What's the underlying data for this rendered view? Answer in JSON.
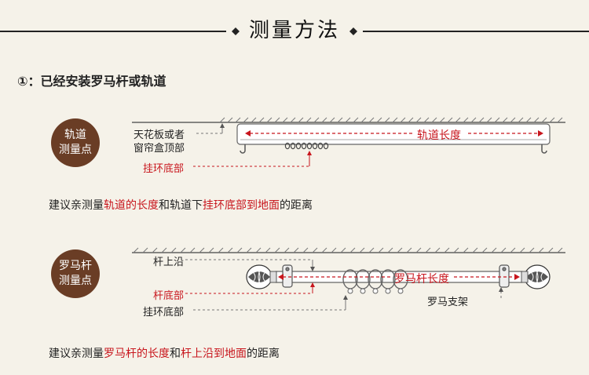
{
  "header": {
    "title": "测量方法"
  },
  "step": {
    "heading": "①：已经安装罗马杆或轨道"
  },
  "track": {
    "badge_line1": "轨道",
    "badge_line2": "测量点",
    "ceiling_label_1": "天花板或者",
    "ceiling_label_2": "窗帘盒顶部",
    "hook_bottom_label": "挂环底部",
    "length_label": "轨道长度",
    "sentence": {
      "p1": "建议亲测量",
      "h1": "轨道的长度",
      "p2": "和轨道下",
      "h2": "挂环底部到地面",
      "p3": "的距离"
    }
  },
  "rod": {
    "badge_line1": "罗马杆",
    "badge_line2": "测量点",
    "top_label": "杆上沿",
    "bottom_label": "杆底部",
    "ring_bottom_label": "挂环底部",
    "length_label": "罗马杆长度",
    "bracket_label": "罗马支架",
    "sentence": {
      "p1": "建议亲测量",
      "h1": "罗马杆的长度",
      "p2": "和",
      "h2": "杆上沿到地面",
      "p3": "的距离"
    }
  },
  "colors": {
    "background": "#f5f2e9",
    "badge": "#6a3d25",
    "highlight": "#c8161d",
    "line": "#333333"
  }
}
